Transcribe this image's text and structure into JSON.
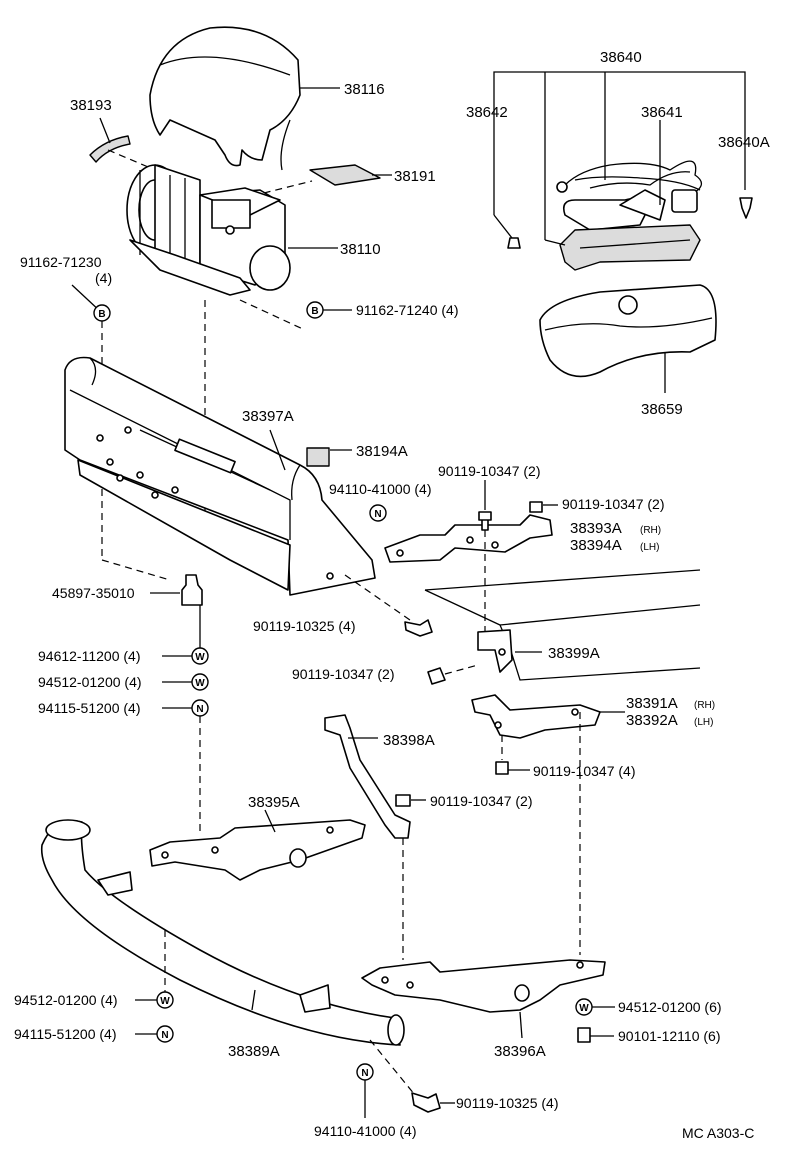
{
  "parts": {
    "p38640": "38640",
    "p38642": "38642",
    "p38641": "38641",
    "p38640A": "38640A",
    "p38116": "38116",
    "p38193": "38193",
    "p38191": "38191",
    "p38110": "38110",
    "p91162_71230": "91162-71230",
    "p91162_71230_qty": "(4)",
    "p91162_71240": "91162-71240 (4)",
    "p38659": "38659",
    "p38397A": "38397A",
    "p38194A": "38194A",
    "p94110_41000_top": "94110-41000 (4)",
    "p90119_10347_a": "90119-10347 (2)",
    "p90119_10347_b": "90119-10347 (2)",
    "p38393A": "38393A",
    "p38394A": "38394A",
    "rh": "(RH)",
    "lh": "(LH)",
    "p45897_35010": "45897-35010",
    "p90119_10325_top": "90119-10325 (4)",
    "p38399A": "38399A",
    "p94612_11200": "94612-11200 (4)",
    "p90119_10347_c": "90119-10347 (2)",
    "p94512_01200_a": "94512-01200 (4)",
    "p94115_51200_a": "94115-51200 (4)",
    "p38391A": "38391A",
    "p38392A": "38392A",
    "p38398A": "38398A",
    "p90119_10347_d": "90119-10347 (4)",
    "p38395A": "38395A",
    "p90119_10347_e": "90119-10347 (2)",
    "p94512_01200_b": "94512-01200 (4)",
    "p94115_51200_b": "94115-51200 (4)",
    "p38389A": "38389A",
    "p38396A": "38396A",
    "p94512_01200_c": "94512-01200 (6)",
    "p90101_12110": "90101-12110 (6)",
    "p90119_10325_bot": "90119-10325 (4)",
    "p94110_41000_bot": "94110-41000 (4)",
    "code": "MC  A303-C"
  },
  "symbols": {
    "bolt": "B",
    "nut": "N",
    "washer": "W"
  }
}
